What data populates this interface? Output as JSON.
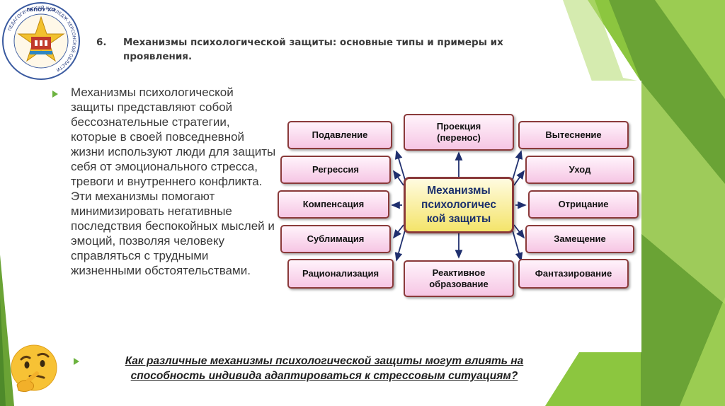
{
  "logo": {
    "top_text": "ГБПОУ ХО",
    "ring_text": "ПЕДАГОГИЧЕСКИЙ КОЛЛЕДЖ ХЕРСОНСКОЙ ОБЛАСТИ"
  },
  "slide": {
    "number": "6.",
    "title": "Механизмы психологической защиты: основные типы и примеры их проявления.",
    "body": "Механизмы психологической защиты представляют собой бессознательные стратегии, которые в своей повседневной жизни используют люди для защиты себя от эмоционального стресса, тревоги и внутреннего конфликта. Эти механизмы помогают минимизировать негативные последствия беспокойных мыслей и эмоций, позволяя человеку справляться с трудными жизненными обстоятельствами.",
    "question": "Как различные механизмы психологической защиты могут влиять на способность индивида адаптироваться к стрессовым ситуациям?"
  },
  "diagram": {
    "center": "Механизмы\nпсихологичес\nкой защиты",
    "nodes": {
      "top_left": "Подавление",
      "top_mid": "Проекция\n(перенос)",
      "top_right": "Вытеснение",
      "left_2": "Регрессия",
      "left_3": "Компенсация",
      "left_4": "Сублимация",
      "bottom_left": "Рационализация",
      "bottom_mid": "Реактивное\nобразование",
      "right_2": "Уход",
      "right_3": "Отрицание",
      "right_4": "Замещение",
      "bottom_right": "Фантазирование"
    }
  },
  "colors": {
    "accent_green": "#6cb33f",
    "node_border": "#8a3a3a",
    "arrow": "#1f2f6e"
  },
  "icons": {
    "emoji": "thinking-face-icon",
    "bullet": "triangle-bullet-icon"
  }
}
